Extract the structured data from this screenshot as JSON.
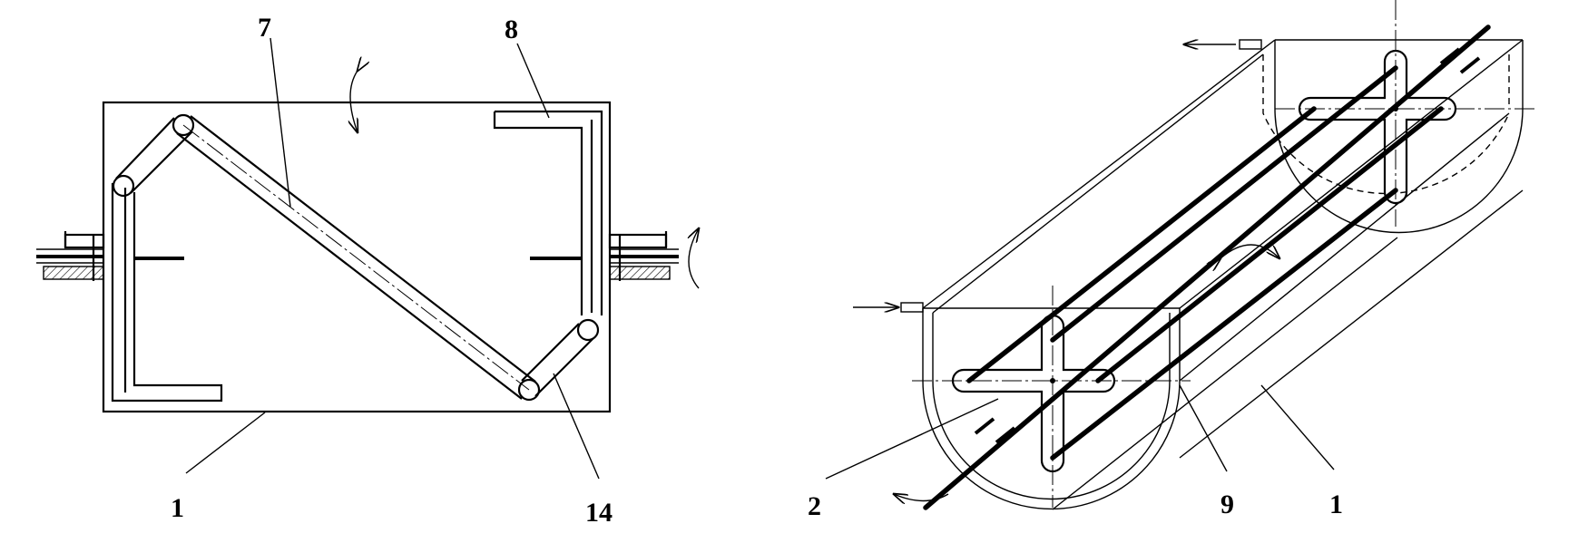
{
  "labels": {
    "left_7": "7",
    "left_8": "8",
    "left_1": "1",
    "left_14": "14",
    "right_2": "2",
    "right_9": "9",
    "right_1": "1"
  }
}
